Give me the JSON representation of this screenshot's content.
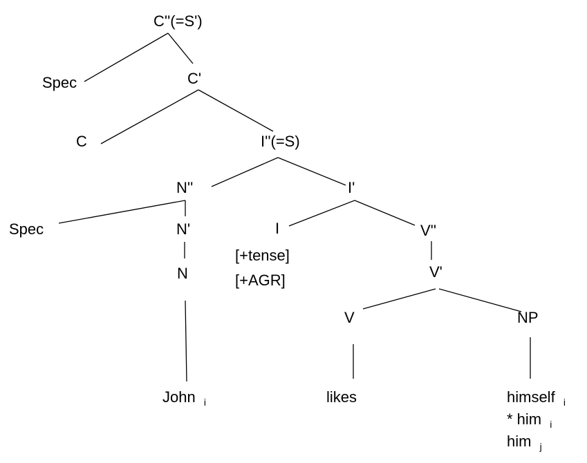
{
  "nodes": {
    "cbar2": "C''(=S')",
    "spec_c": "Spec",
    "cbar1": "C'",
    "c": "C",
    "ibar2": "I''(=S)",
    "nbar2": "N''",
    "ibar1": "I'",
    "spec_n": "Spec",
    "nbar1": "N'",
    "i": "I",
    "vbar2": "V''",
    "tense": "[+tense]",
    "agr": "[+AGR]",
    "n": "N",
    "vbar1": "V'",
    "v": "V",
    "np": "NP",
    "john": "John",
    "likes": "likes",
    "himself": "himself",
    "star_him": "* him",
    "him": "him"
  },
  "subscripts": {
    "john": "i",
    "himself": "i",
    "star_him": "i",
    "him": "j"
  }
}
